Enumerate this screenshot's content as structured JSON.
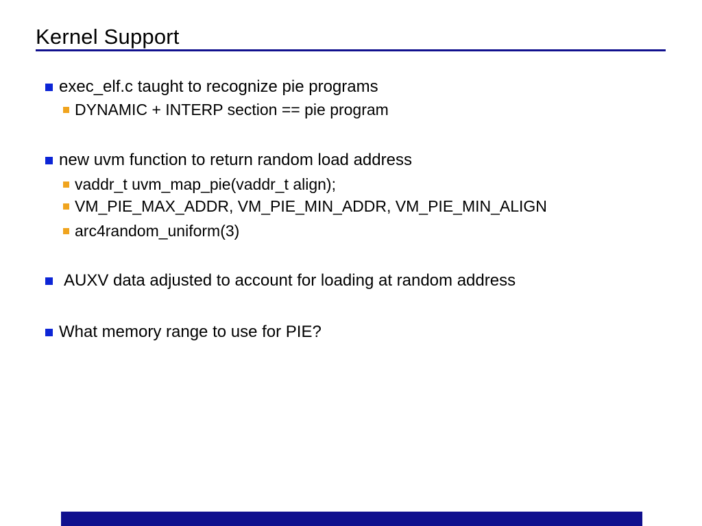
{
  "slide": {
    "title": "Kernel Support",
    "bullets": [
      {
        "level": 1,
        "text": "exec_elf.c taught to recognize pie programs"
      },
      {
        "level": 2,
        "text": "DYNAMIC + INTERP section == pie program"
      },
      {
        "level": 1,
        "text": "new uvm function to return random load address"
      },
      {
        "level": 2,
        "text": "vaddr_t uvm_map_pie(vaddr_t align);"
      },
      {
        "level": 2,
        "text": "VM_PIE_MAX_ADDR, VM_PIE_MIN_ADDR, VM_PIE_MIN_ALIGN"
      },
      {
        "level": 2,
        "text": "arc4random_uniform(3)"
      },
      {
        "level": 1,
        "text": "AUXV data adjusted to account for loading at random address"
      },
      {
        "level": 1,
        "text": "What memory range to use for PIE?"
      }
    ],
    "colors": {
      "background": "#ffffff",
      "title_text": "#000000",
      "rule": "#10108e",
      "bullet_level1": "#0c25d6",
      "bullet_level2": "#f0a41e",
      "footer_bar": "#10108e"
    }
  }
}
